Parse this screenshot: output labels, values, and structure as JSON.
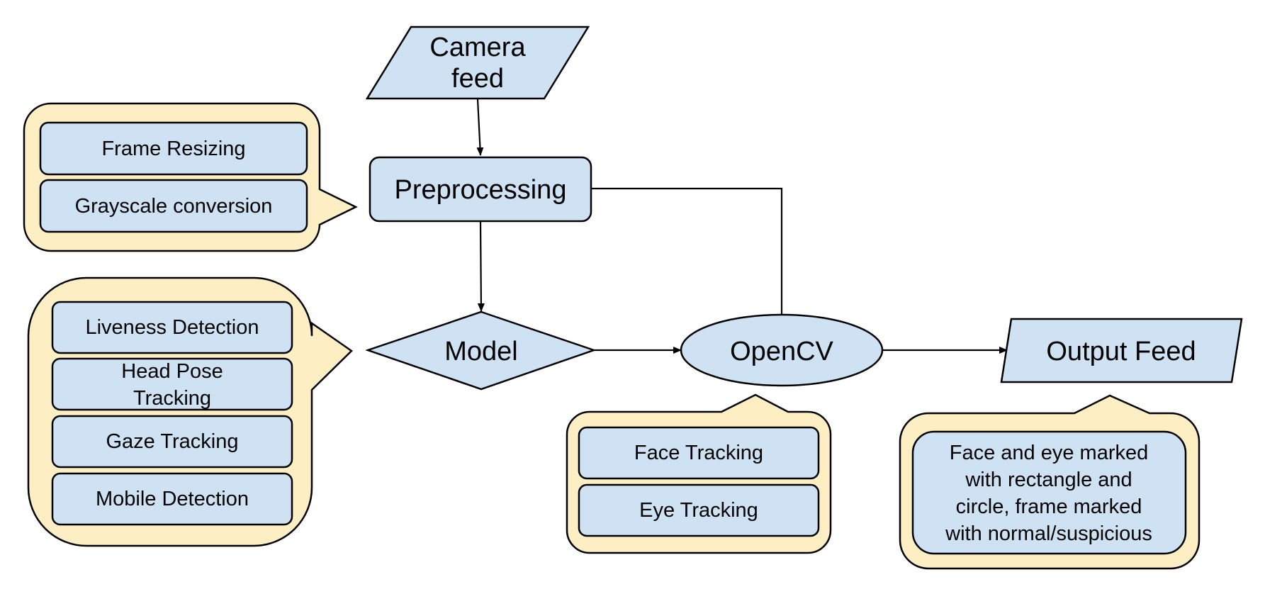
{
  "nodes": {
    "camera_feed": [
      "Camera",
      "feed"
    ],
    "preprocessing": "Preprocessing",
    "model": "Model",
    "opencv": "OpenCV",
    "output_feed": "Output Feed"
  },
  "callouts": {
    "preprocessing": [
      "Frame Resizing",
      "Grayscale conversion"
    ],
    "model": [
      "Liveness Detection",
      [
        "Head Pose",
        "Tracking"
      ],
      "Gaze Tracking",
      "Mobile Detection"
    ],
    "opencv": [
      "Face Tracking",
      "Eye Tracking"
    ],
    "output": [
      "Face and eye marked",
      "with rectangle and",
      "circle, frame marked",
      "with normal/suspicious"
    ]
  },
  "colors": {
    "node_fill": "#cfe2f3",
    "callout_fill": "#fdeec4",
    "stroke": "#000000"
  }
}
